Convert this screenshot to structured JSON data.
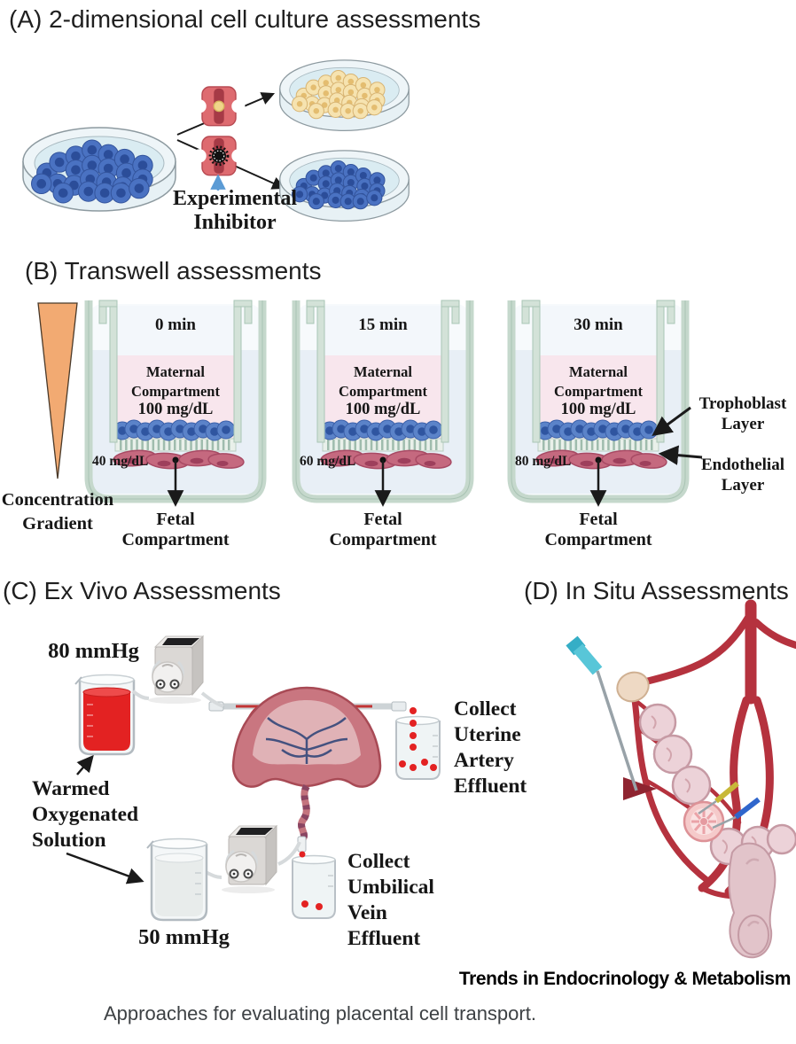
{
  "panel_a": {
    "title": "(A) 2-dimensional cell culture assessments",
    "inhibitor_label": "Experimental\nInhibitor"
  },
  "panel_b": {
    "title": "(B) Transwell assessments",
    "gradient_label": "Concentration\nGradient",
    "trophoblast_label": "Trophoblast\nLayer",
    "endothelial_label": "Endothelial\nLayer",
    "wells": [
      {
        "time": "0 min",
        "compartment": "Maternal\nCompartment",
        "maternal_concentration": "100 mg/dL",
        "fetal_concentration": "40 mg/dL",
        "fetal_label": "Fetal\nCompartment"
      },
      {
        "time": "15 min",
        "compartment": "Maternal\nCompartment",
        "maternal_concentration": "100 mg/dL",
        "fetal_concentration": "60 mg/dL",
        "fetal_label": "Fetal\nCompartment"
      },
      {
        "time": "30 min",
        "compartment": "Maternal\nCompartment",
        "maternal_concentration": "100 mg/dL",
        "fetal_concentration": "80 mg/dL",
        "fetal_label": "Fetal\nCompartment"
      }
    ]
  },
  "panel_c": {
    "title": "(C) Ex Vivo Assessments",
    "arterial_pressure": "80 mmHg",
    "venous_pressure": "50 mmHg",
    "solution_label": "Warmed\nOxygenated\nSolution",
    "uterine_collection_label": "Collect\nUterine\nArtery\nEffluent",
    "umbilical_collection_label": "Collect\nUmbilical\nVein\nEffluent"
  },
  "panel_d": {
    "title": "(D) In Situ Assessments"
  },
  "footer": {
    "journal": "Trends in Endocrinology & Metabolism",
    "caption": "Approaches for evaluating placental cell transport."
  },
  "colors": {
    "cell_blue": "#4a72c2",
    "cell_yellow": "#f6e3b0",
    "transporter_red": "#de6b70",
    "inhibitor_black": "#111111",
    "maternal_pink": "#f8e6ed",
    "well_glass": "#c5d8cc",
    "gradient_orange": "#f2aa72",
    "trophoblast_blue": "#5b83c9",
    "endothelial_pink": "#c5697f",
    "perfusate_red": "#e32222",
    "vessel_red": "#b5323e",
    "syringe_cyan": "#58c6d8"
  }
}
